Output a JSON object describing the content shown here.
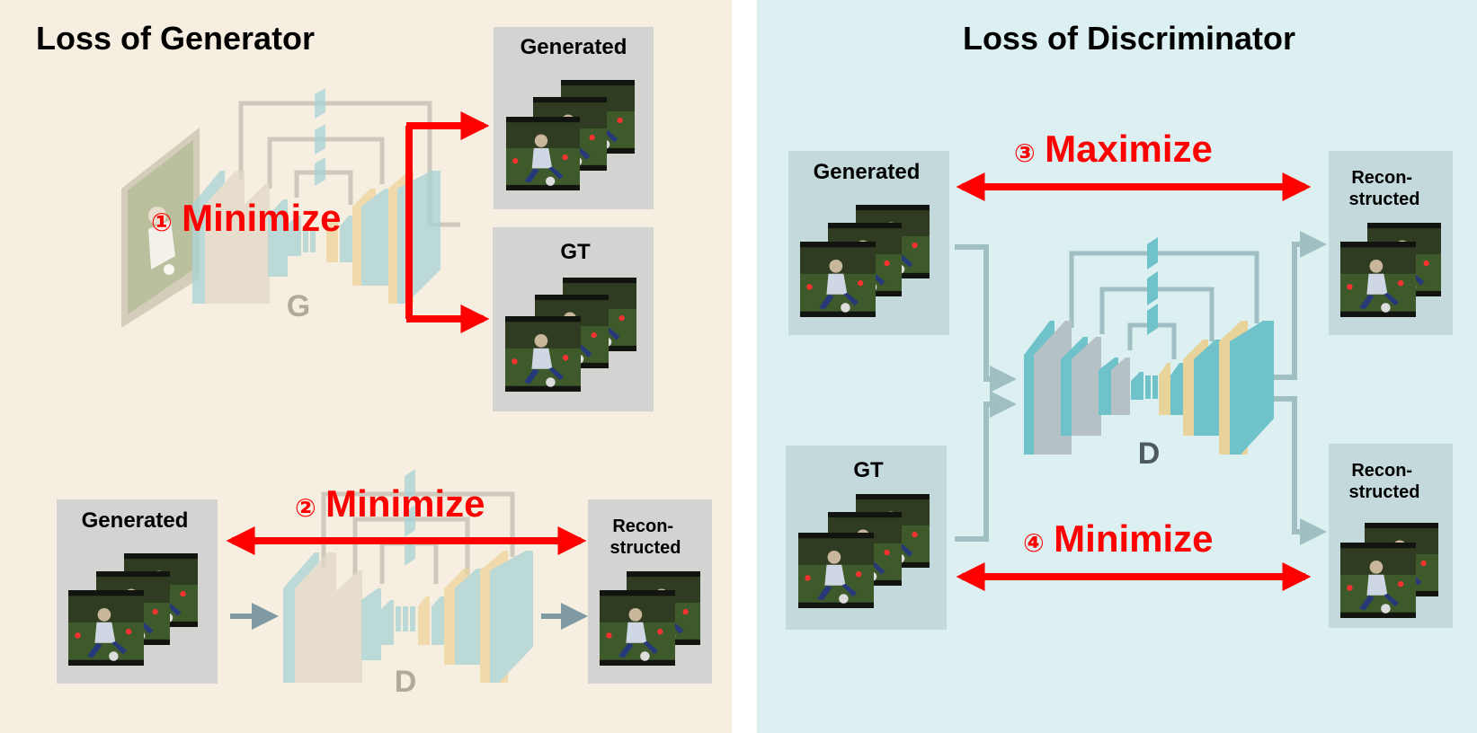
{
  "colors": {
    "left_bg": "#f6eee0",
    "right_bg": "#dcf0f2",
    "box_bg": "#d3d3d1",
    "box_bg_right": "#c3d9dc",
    "arrow_red": "#ff0000",
    "teal": "#6fc2c9",
    "tan": "#e8d39a",
    "gray": "#b5c1c4",
    "connector_light": "#c9c4b7",
    "connector_teal": "#9fbfc3"
  },
  "left_panel": {
    "title": "Loss of Generator",
    "generator_label": "G",
    "discriminator_label": "D",
    "box_generated_top": "Generated",
    "box_gt": "GT",
    "box_generated_bottom": "Generated",
    "box_recon_bottom": [
      "Recon-",
      "structed"
    ],
    "step1": {
      "num": "①",
      "text": "Minimize"
    },
    "step2": {
      "num": "②",
      "text": "Minimize"
    }
  },
  "right_panel": {
    "title": "Loss of Discriminator",
    "discriminator_label": "D",
    "box_generated": "Generated",
    "box_gt": "GT",
    "box_recon_top": [
      "Recon-",
      "structed"
    ],
    "box_recon_bottom": [
      "Recon-",
      "structed"
    ],
    "step3": {
      "num": "③",
      "text": "Maximize"
    },
    "step4": {
      "num": "④",
      "text": "Minimize"
    }
  }
}
